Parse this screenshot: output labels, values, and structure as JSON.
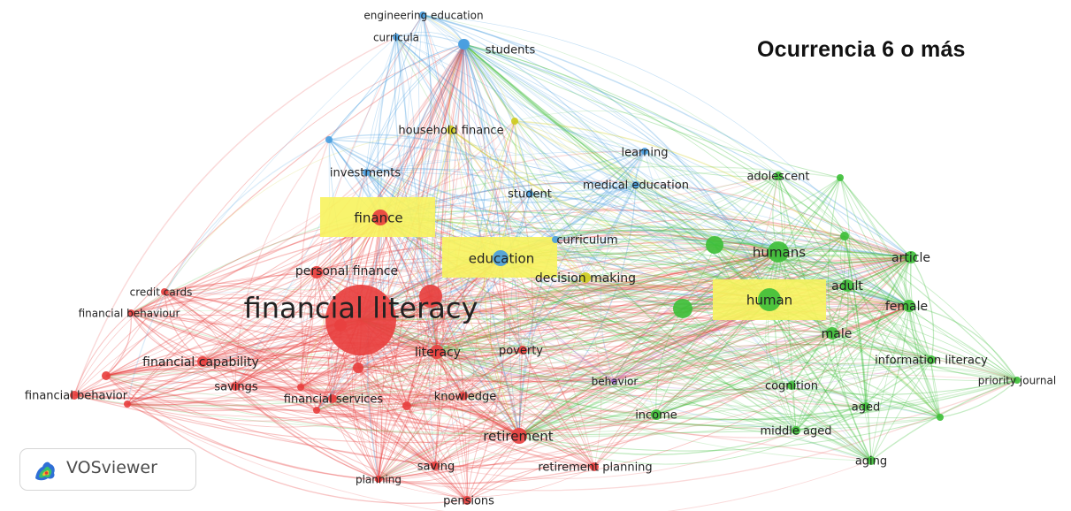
{
  "title": "Ocurrencia 6 o más",
  "logo_text": "VOSviewer",
  "colors": {
    "red": "#e8403f",
    "green": "#3fbf3a",
    "blue": "#4a9ee0",
    "yellow": "#cfcc1f",
    "purple": "#a06ad0",
    "highlight": "#f7f35d",
    "label": "#222222"
  },
  "icons": [
    "vosviewer-logo-icon"
  ],
  "nodes": [
    {
      "id": "financial-literacy",
      "label": "financial literacy",
      "cluster": "red",
      "size": 40,
      "font": 32
    },
    {
      "id": "personal-finance",
      "label": "personal finance",
      "cluster": "red",
      "size": 7,
      "font": 14
    },
    {
      "id": "credit-cards",
      "label": "credit cards",
      "cluster": "red",
      "size": 4,
      "font": 12
    },
    {
      "id": "financial-behaviour",
      "label": "financial behaviour",
      "cluster": "red",
      "size": 4,
      "font": 12
    },
    {
      "id": "financial-capability",
      "label": "financial capability",
      "cluster": "red",
      "size": 6,
      "font": 14
    },
    {
      "id": "savings",
      "label": "savings",
      "cluster": "red",
      "size": 5,
      "font": 13
    },
    {
      "id": "financial-behavior",
      "label": "financial behavior",
      "cluster": "red",
      "size": 5,
      "font": 13
    },
    {
      "id": "financial-services",
      "label": "financial services",
      "cluster": "red",
      "size": 5,
      "font": 13
    },
    {
      "id": "literacy",
      "label": "literacy",
      "cluster": "red",
      "size": 8,
      "font": 14
    },
    {
      "id": "poverty",
      "label": "poverty",
      "cluster": "red",
      "size": 5,
      "font": 13
    },
    {
      "id": "knowledge",
      "label": "knowledge",
      "cluster": "red",
      "size": 5,
      "font": 13
    },
    {
      "id": "retirement",
      "label": "retirement",
      "cluster": "red",
      "size": 9,
      "font": 15
    },
    {
      "id": "saving",
      "label": "saving",
      "cluster": "red",
      "size": 5,
      "font": 13
    },
    {
      "id": "retirement-planning",
      "label": "retirement planning",
      "cluster": "red",
      "size": 5,
      "font": 13
    },
    {
      "id": "planning",
      "label": "planning",
      "cluster": "red",
      "size": 4,
      "font": 12
    },
    {
      "id": "pensions",
      "label": "pensions",
      "cluster": "red",
      "size": 5,
      "font": 13
    },
    {
      "id": "finance",
      "label": "finance",
      "cluster": "red",
      "size": 9,
      "font": 15
    },
    {
      "id": "engineering-education",
      "label": "engineering education",
      "cluster": "blue",
      "size": 4,
      "font": 12
    },
    {
      "id": "curricula",
      "label": "curricula",
      "cluster": "blue",
      "size": 4,
      "font": 12
    },
    {
      "id": "students",
      "label": "students",
      "cluster": "blue",
      "size": 6,
      "font": 13
    },
    {
      "id": "investments",
      "label": "investments",
      "cluster": "blue",
      "size": 4,
      "font": 13
    },
    {
      "id": "learning",
      "label": "learning",
      "cluster": "blue",
      "size": 4,
      "font": 13
    },
    {
      "id": "medical-education",
      "label": "medical education",
      "cluster": "blue",
      "size": 4,
      "font": 13
    },
    {
      "id": "student",
      "label": "student",
      "cluster": "blue",
      "size": 4,
      "font": 13
    },
    {
      "id": "curriculum",
      "label": "curriculum",
      "cluster": "blue",
      "size": 4,
      "font": 13
    },
    {
      "id": "education",
      "label": "education",
      "cluster": "blue",
      "size": 9,
      "font": 15
    },
    {
      "id": "household-finance",
      "label": "household finance",
      "cluster": "yellow",
      "size": 5,
      "font": 13
    },
    {
      "id": "decision-making",
      "label": "decision making",
      "cluster": "yellow",
      "size": 6,
      "font": 14
    },
    {
      "id": "behavior",
      "label": "behavior",
      "cluster": "purple",
      "size": 3,
      "font": 12
    },
    {
      "id": "humans",
      "label": "humans",
      "cluster": "green",
      "size": 12,
      "font": 15
    },
    {
      "id": "human",
      "label": "human",
      "cluster": "green",
      "size": 13,
      "font": 15
    },
    {
      "id": "adolescent",
      "label": "adolescent",
      "cluster": "green",
      "size": 5,
      "font": 13
    },
    {
      "id": "article",
      "label": "article",
      "cluster": "green",
      "size": 7,
      "font": 14
    },
    {
      "id": "adult",
      "label": "adult",
      "cluster": "green",
      "size": 7,
      "font": 14
    },
    {
      "id": "female",
      "label": "female",
      "cluster": "green",
      "size": 7,
      "font": 14
    },
    {
      "id": "male",
      "label": "male",
      "cluster": "green",
      "size": 7,
      "font": 14
    },
    {
      "id": "information-literacy",
      "label": "information literacy",
      "cluster": "green",
      "size": 5,
      "font": 13
    },
    {
      "id": "cognition",
      "label": "cognition",
      "cluster": "green",
      "size": 5,
      "font": 13
    },
    {
      "id": "aged",
      "label": "aged",
      "cluster": "green",
      "size": 5,
      "font": 13
    },
    {
      "id": "income",
      "label": "income",
      "cluster": "green",
      "size": 6,
      "font": 13
    },
    {
      "id": "middle-aged",
      "label": "middle aged",
      "cluster": "green",
      "size": 5,
      "font": 13
    },
    {
      "id": "aging",
      "label": "aging",
      "cluster": "green",
      "size": 5,
      "font": 13
    },
    {
      "id": "priority-journal",
      "label": "priority journal",
      "cluster": "green",
      "size": 4,
      "font": 12
    }
  ],
  "highlights": [
    "finance",
    "education",
    "human"
  ]
}
